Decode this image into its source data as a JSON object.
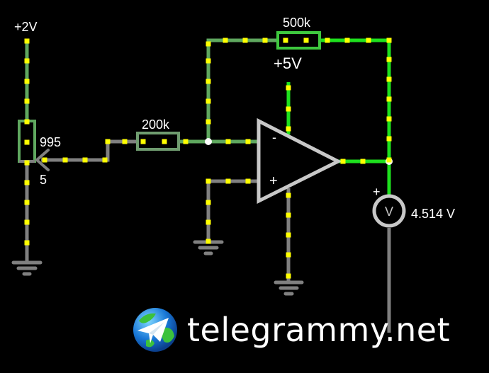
{
  "circuit": {
    "title": "Inverting amplifier with potentiometer input",
    "sources": {
      "input_voltage": "+2V",
      "supply_voltage": "+5V"
    },
    "potentiometer": {
      "upper_value": "995",
      "lower_value": "5"
    },
    "resistors": {
      "input": "200k",
      "feedback": "500k"
    },
    "opamp": {
      "inverting_label": "-",
      "noninverting_label": "+"
    },
    "voltmeter": {
      "symbol": "V",
      "polarity": "+",
      "reading": "4.514 V"
    }
  },
  "colors": {
    "background": "#000000",
    "wire_active": "#1ee01e",
    "wire_mid": "#5fa85f",
    "wire_idle": "#808080",
    "current_dot": "#ffff00",
    "component": "#c8c8c8"
  },
  "watermark": {
    "text": "telegrammy.net",
    "icon": "telegram-globe-icon"
  }
}
